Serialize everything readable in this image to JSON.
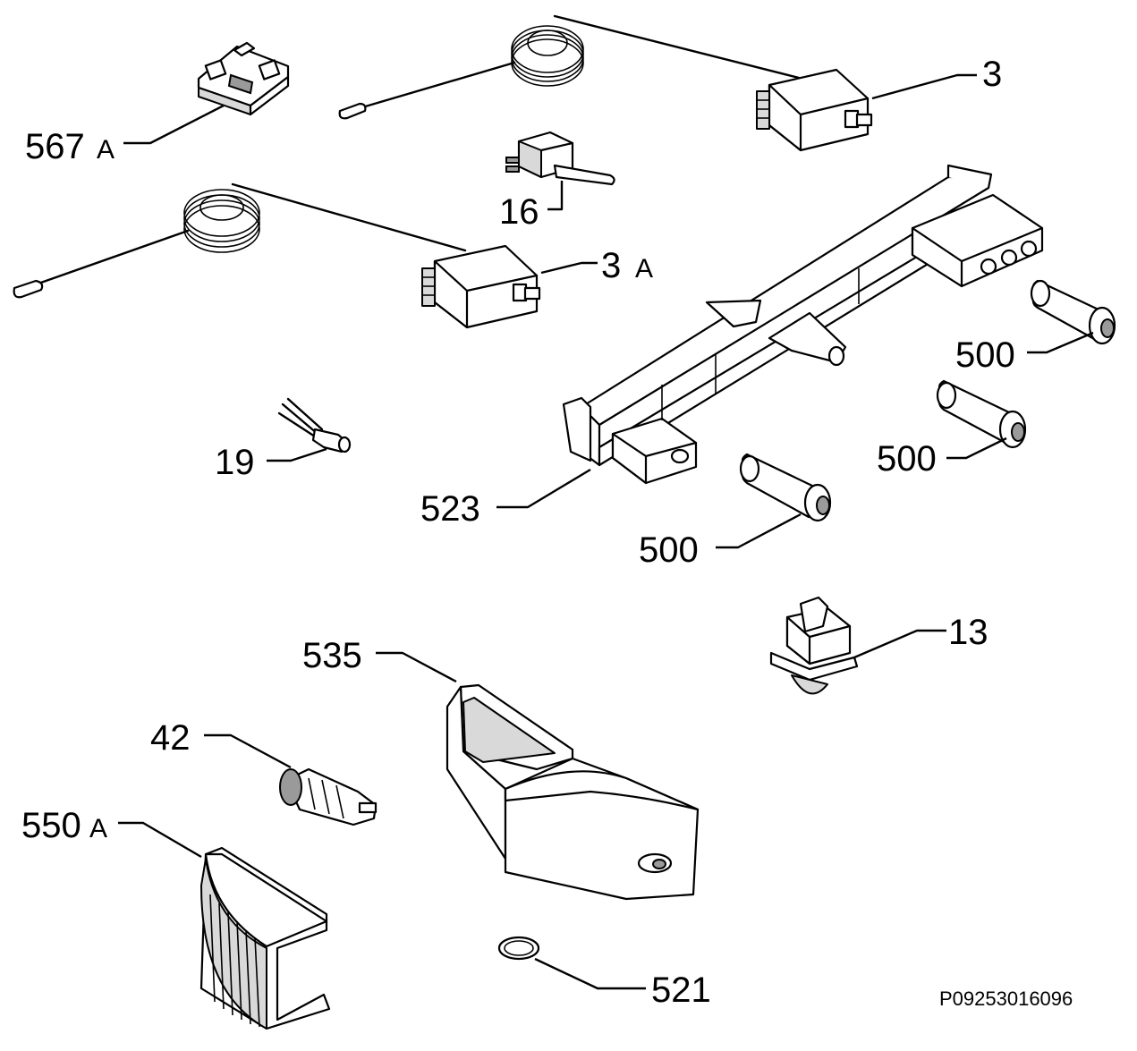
{
  "labels": {
    "l567": {
      "num": "567",
      "suffix": "A"
    },
    "l3": {
      "num": "3"
    },
    "l16": {
      "num": "16"
    },
    "l3A": {
      "num": "3",
      "suffix": "A"
    },
    "l500a": {
      "num": "500"
    },
    "l500b": {
      "num": "500"
    },
    "l500c": {
      "num": "500"
    },
    "l19": {
      "num": "19"
    },
    "l523": {
      "num": "523"
    },
    "l13": {
      "num": "13"
    },
    "l535": {
      "num": "535"
    },
    "l42": {
      "num": "42"
    },
    "l550": {
      "num": "550",
      "suffix": "A"
    },
    "l521": {
      "num": "521"
    }
  },
  "drawing_code": "P09253016096"
}
